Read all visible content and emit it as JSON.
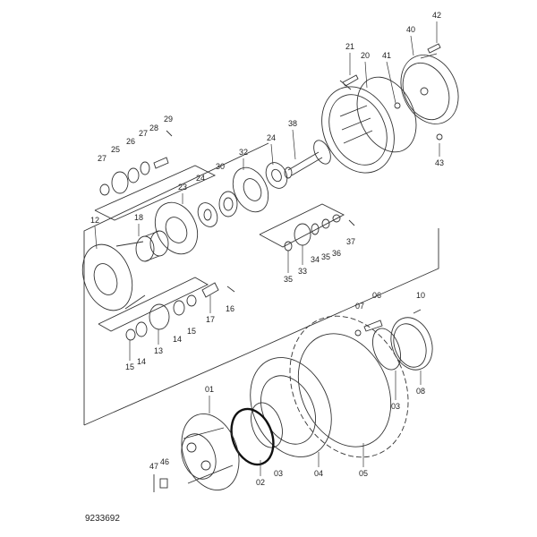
{
  "diagram": {
    "type": "exploded-parts-diagram",
    "drawing_number": "9233692",
    "part_labels": [
      "42",
      "40",
      "21",
      "20",
      "41",
      "38",
      "24",
      "43",
      "29",
      "28",
      "27",
      "26",
      "25",
      "27",
      "32",
      "30",
      "24",
      "23",
      "18",
      "12",
      "37",
      "36",
      "35",
      "34",
      "33",
      "35",
      "16",
      "17",
      "15",
      "14",
      "13",
      "14",
      "15",
      "06",
      "07",
      "10",
      "08",
      "03",
      "01",
      "02",
      "03",
      "04",
      "05",
      "47",
      "46"
    ],
    "line_color": "#333333"
  }
}
